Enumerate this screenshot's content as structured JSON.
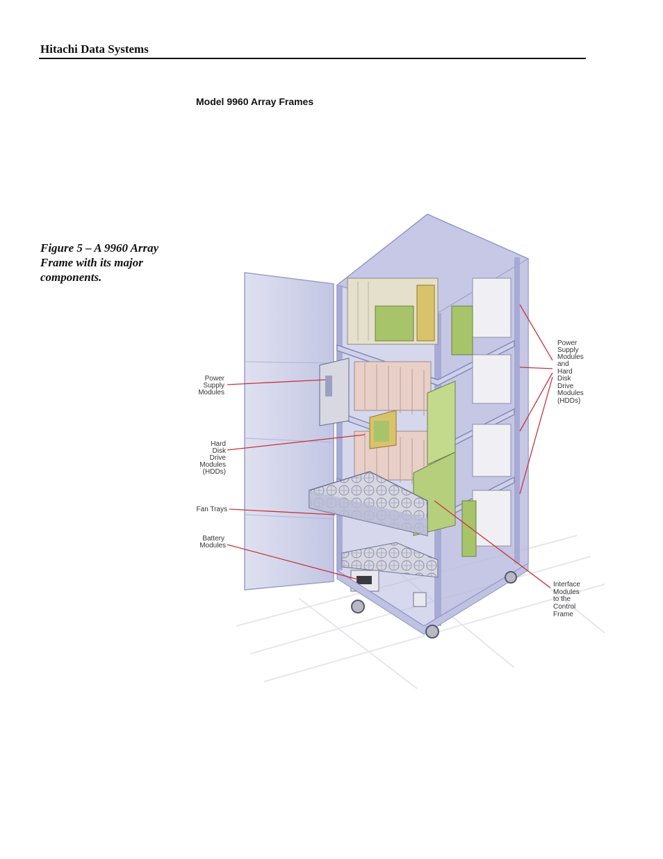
{
  "header": {
    "title": "Hitachi Data Systems"
  },
  "section": {
    "heading": "Model 9960 Array Frames"
  },
  "figure": {
    "caption": "Figure 5 – A 9960 Array Frame with its major components.",
    "callouts": {
      "power_supply_left": [
        "Power",
        "Supply",
        "Modules"
      ],
      "hdd_left": [
        "Hard",
        "Disk",
        "Drive",
        "Modules",
        "(HDDs)"
      ],
      "fan_trays": [
        "Fan Trays"
      ],
      "battery": [
        "Battery",
        "Modules"
      ],
      "power_hdd_right": [
        "Power",
        "Supply",
        "Modules",
        "and",
        "Hard",
        "Disk",
        "Drive",
        "Modules",
        "(HDDs)"
      ],
      "interface": [
        "Interface",
        "Modules",
        "to the",
        "Control",
        "Frame"
      ]
    },
    "colors": {
      "callout_line": "#c8323c",
      "frame": "#8f94c8",
      "module_green": "#a8c46a",
      "module_pink": "#e8cfc8"
    }
  }
}
